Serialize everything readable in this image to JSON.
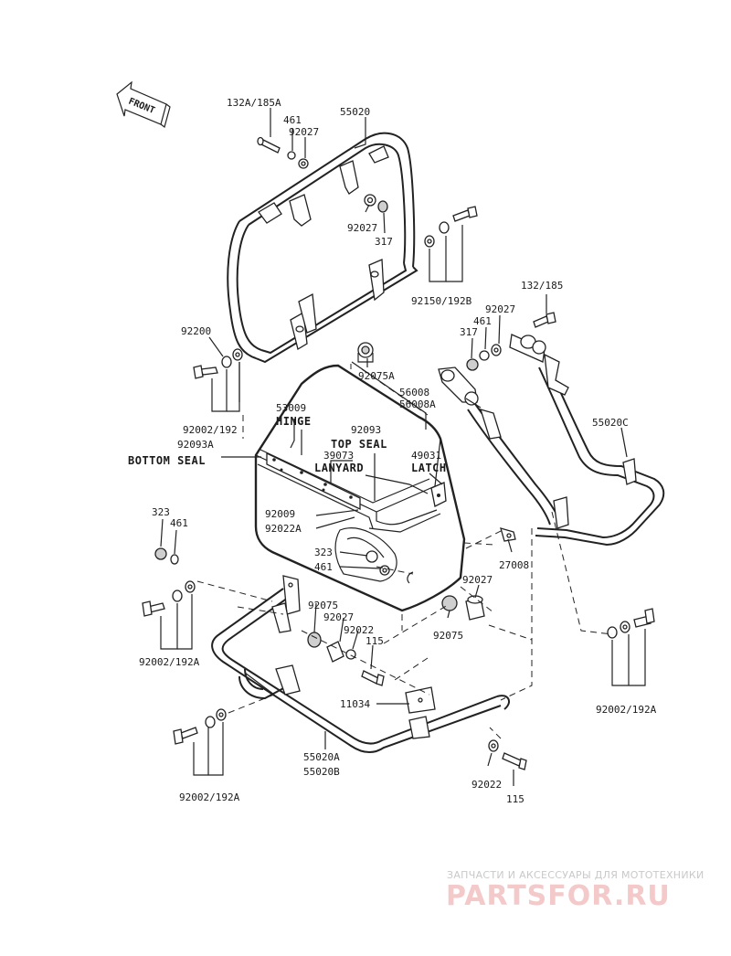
{
  "direction_arrow": {
    "label": "FRONT"
  },
  "callouts": {
    "c132a": "132A/185A",
    "c461a": "461",
    "c92027a": "92027",
    "c55020": "55020",
    "c92027b": "92027",
    "c317a": "317",
    "c92150": "92150/192B",
    "c92200": "92200",
    "c132": "132/185",
    "c92027c": "92027",
    "c461b": "461",
    "c317b": "317",
    "c92075a": "92075A",
    "c92002a": "92002/192",
    "c53009": "53009",
    "c56008": "56008",
    "c56008a": "56008A",
    "c92093": "92093",
    "c92093a": "92093A",
    "c39073": "39073",
    "c49031": "49031",
    "c55020c": "55020C",
    "c92009": "92009",
    "c92022a": "92022A",
    "c323a": "323",
    "c461c": "461",
    "c323b": "323",
    "c461d": "461",
    "c27008": "27008",
    "c92027d": "92027",
    "c92075b": "92075",
    "c92027e": "92027",
    "c92022b": "92022",
    "c115a": "115",
    "c92075c": "92075",
    "c92002b": "92002/192A",
    "c11034": "11034",
    "c55020a": "55020A",
    "c55020b": "55020B",
    "c92002c": "92002/192A",
    "c92022c": "92022",
    "c115b": "115",
    "c92002d": "92002/192A"
  },
  "name_labels": {
    "hinge": "HINGE",
    "bottom_seal": "BOTTOM SEAL",
    "top_seal": "TOP SEAL",
    "lanyard": "LANYARD",
    "latch": "LATCH"
  },
  "watermark": {
    "line1": "ЗАПЧАСТИ И АКСЕССУАРЫ ДЛЯ МОТОТЕХНИКИ",
    "line2": "PARTSFOR.RU"
  }
}
